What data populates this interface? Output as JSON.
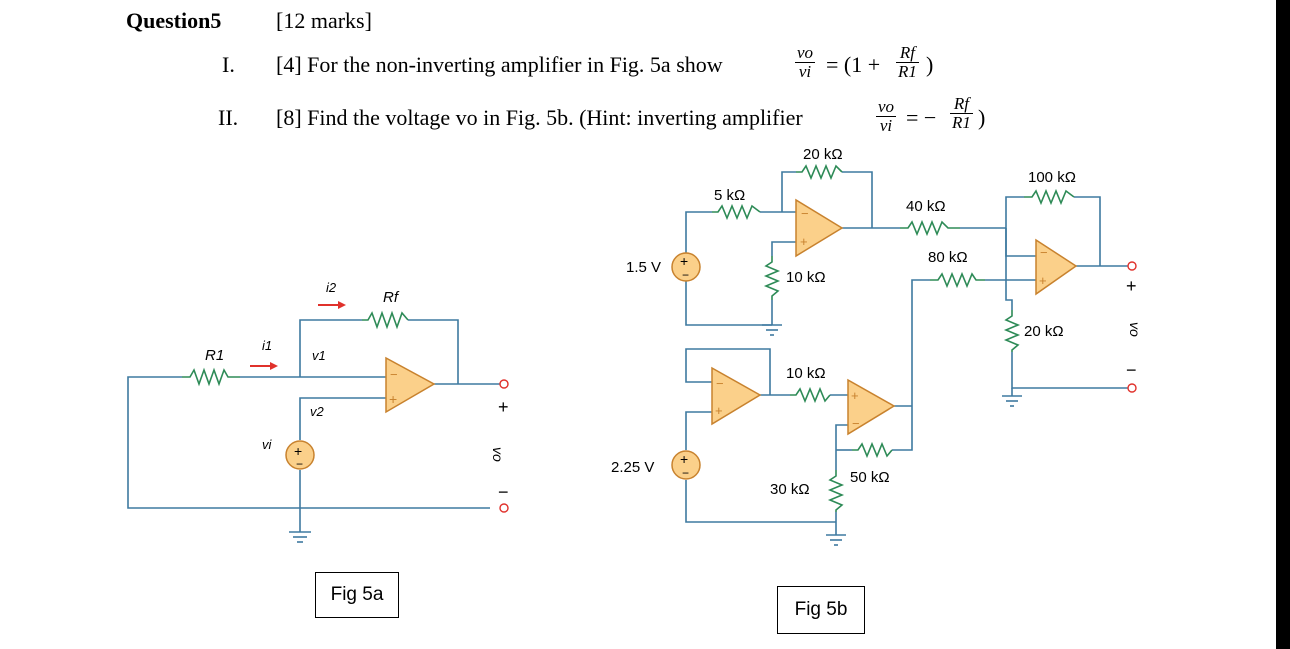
{
  "question": {
    "title": "Question5",
    "marks": "[12 marks]",
    "part1": {
      "numeral": "I.",
      "text": "[4] For the non-inverting amplifier in Fig. 5a show",
      "lhs_num": "vo",
      "lhs_den": "vi",
      "eq": "= (1 +",
      "rhs_num": "Rf",
      "rhs_den": "R1",
      "close": ")"
    },
    "part2": {
      "numeral": "II.",
      "text": "[8] Find the voltage vo in Fig. 5b. (Hint: inverting amplifier",
      "lhs_num": "vo",
      "lhs_den": "vi",
      "eq": "= −",
      "rhs_num": "Rf",
      "rhs_den": "R1",
      "close": ")"
    }
  },
  "fig5a": {
    "caption": "Fig 5a",
    "labels": {
      "r1": "R1",
      "rf": "Rf",
      "i1": "i1",
      "i2": "i2",
      "v1": "v1",
      "v2": "v2",
      "vi": "vi",
      "vo": "vo",
      "plus": "+",
      "minus": "−"
    }
  },
  "fig5b": {
    "caption": "Fig 5b",
    "labels": {
      "r20k": "20 kΩ",
      "r5k": "5 kΩ",
      "r40k": "40 kΩ",
      "r80k": "80 kΩ",
      "r100k": "100 kΩ",
      "r10k_a": "10 kΩ",
      "r10k_b": "10 kΩ",
      "r20k_b": "20 kΩ",
      "r30k": "30 kΩ",
      "r50k": "50 kΩ",
      "src1": "1.5 V",
      "src2": "2.25 V",
      "vo": "vo",
      "plus": "+",
      "minus": "−"
    }
  },
  "colors": {
    "wire": "#3e7aa0",
    "resistor": "#2e8b57",
    "opamp_fill": "#fbd08a",
    "opamp_stroke": "#c8822e",
    "source_stroke": "#c8822e",
    "arrow": "#e0312b"
  }
}
